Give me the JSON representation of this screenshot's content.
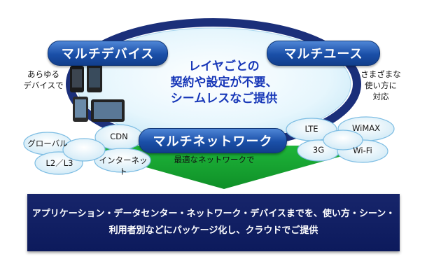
{
  "top_left_pill": "マルチデバイス",
  "top_right_pill": "マルチユース",
  "network_pill": "マルチネットワーク",
  "center_message": [
    "レイヤごとの",
    "契約や設定が不要、",
    "シームレスなご提供"
  ],
  "left_side_text": [
    "あらゆる",
    "デバイスで"
  ],
  "right_side_text": [
    "さまざまな",
    "使い方に",
    "対応"
  ],
  "left_clouds": [
    "グローバル",
    "CDN",
    "L2／L3",
    "インターネット"
  ],
  "right_clouds": [
    "LTE",
    "WiMAX",
    "3G",
    "Wi-Fi"
  ],
  "network_caption": "最適なネットワークで",
  "bottom_text": [
    "アプリケーション・データセンター・ネットワーク・デバイスまでを、使い方・シーン・",
    "利用者別などにパッケージ化し、クラウドでご提供"
  ],
  "colors": {
    "pill_blue": "#1a4fa8",
    "ring_navy": "#1b2f7a",
    "ellipse_fill": "#dff3fb",
    "arrow_green": "#15a832",
    "box_navy": "#0c1a5c",
    "message_blue": "#1737b8"
  }
}
